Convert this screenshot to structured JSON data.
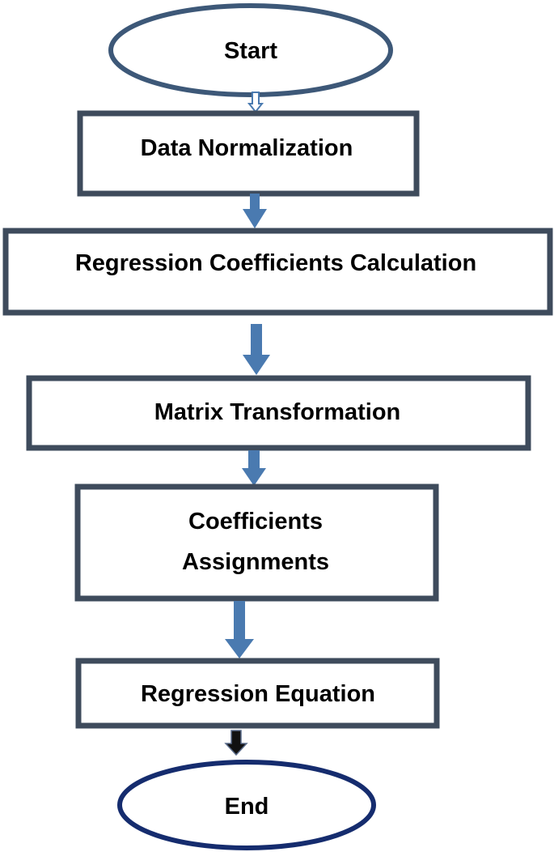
{
  "diagram": {
    "nodes": {
      "start": {
        "label": "Start"
      },
      "data_normalization": {
        "label": "Data Normalization"
      },
      "regression_coefficients": {
        "label": "Regression Coefficients Calculation"
      },
      "matrix_transformation": {
        "label": "Matrix Transformation"
      },
      "coefficients_assignments": {
        "line1": "Coefficients",
        "line2": "Assignments"
      },
      "regression_equation": {
        "label": "Regression Equation"
      },
      "end": {
        "label": "End"
      }
    }
  },
  "colors": {
    "box_border": "#3e4b5c",
    "start_border": "#3d5878",
    "end_border": "#152c6e",
    "arrow": "#4a7ab0",
    "last_arrow": "#111111"
  }
}
